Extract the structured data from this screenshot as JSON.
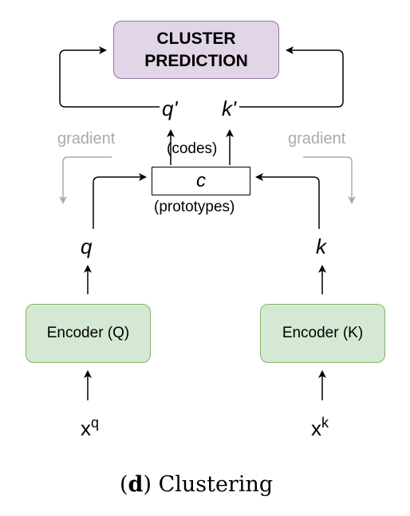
{
  "cluster_prediction": {
    "line1": "CLUSTER",
    "line2": "PREDICTION"
  },
  "codes": {
    "q_code": "q'",
    "k_code": "k'",
    "label": "(codes)"
  },
  "prototypes": {
    "symbol": "c",
    "label": "(prototypes)"
  },
  "gradient": {
    "left": "gradient",
    "right": "gradient"
  },
  "features": {
    "q": "q",
    "k": "k"
  },
  "encoders": {
    "query": "Encoder (Q)",
    "key": "Encoder (K)"
  },
  "inputs": {
    "xq_base": "x",
    "xq_sup": "q",
    "xk_base": "x",
    "xk_sup": "k"
  },
  "caption": {
    "open": "(",
    "letter": "d",
    "close": ")",
    "text": " Clustering"
  }
}
